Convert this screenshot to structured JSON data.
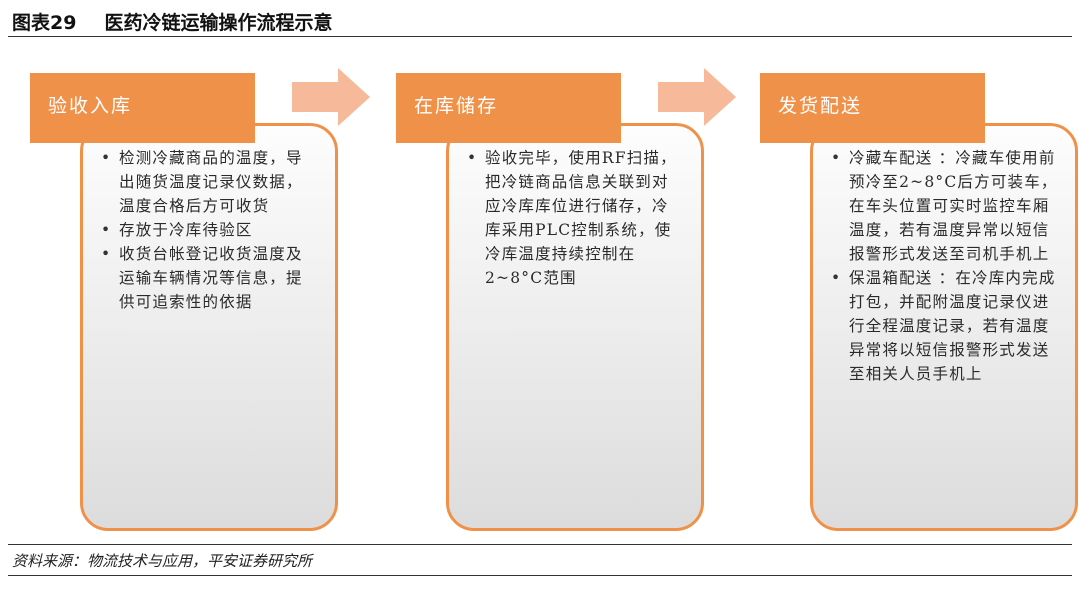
{
  "figure": {
    "number": "图表29",
    "title": "医药冷链运输操作流程示意"
  },
  "steps": [
    {
      "header": "验收入库",
      "bullets": [
        "检测冷藏商品的温度，导出随货温度记录仪数据，温度合格后方可收货",
        "存放于冷库待验区",
        "收货台帐登记收货温度及运输车辆情况等信息，提供可追索性的依据"
      ]
    },
    {
      "header": "在库储存",
      "bullets": [
        "验收完毕，使用RF扫描，把冷链商品信息关联到对应冷库库位进行储存，冷库采用PLC控制系统，使冷库温度持续控制在2~8°C范围"
      ]
    },
    {
      "header": "发货配送",
      "bullets": [
        "冷藏车配送 ：冷藏车使用前预冷至2~8°C后方可装车，在车头位置可实时监控车厢温度，若有温度异常以短信报警形式发送至司机手机上",
        "保温箱配送 ：在冷库内完成打包，并配附温度记录仪进行全程温度记录，若有温度异常将以短信报警形式发送至相关人员手机上"
      ]
    }
  ],
  "source": "资料来源：物流技术与应用，平安证券研究所",
  "colors": {
    "accent": "#f0914a",
    "arrow": "#f6b99a",
    "box_gradient_top": "#fdfdfd",
    "box_gradient_bottom": "#dcdcdc"
  }
}
